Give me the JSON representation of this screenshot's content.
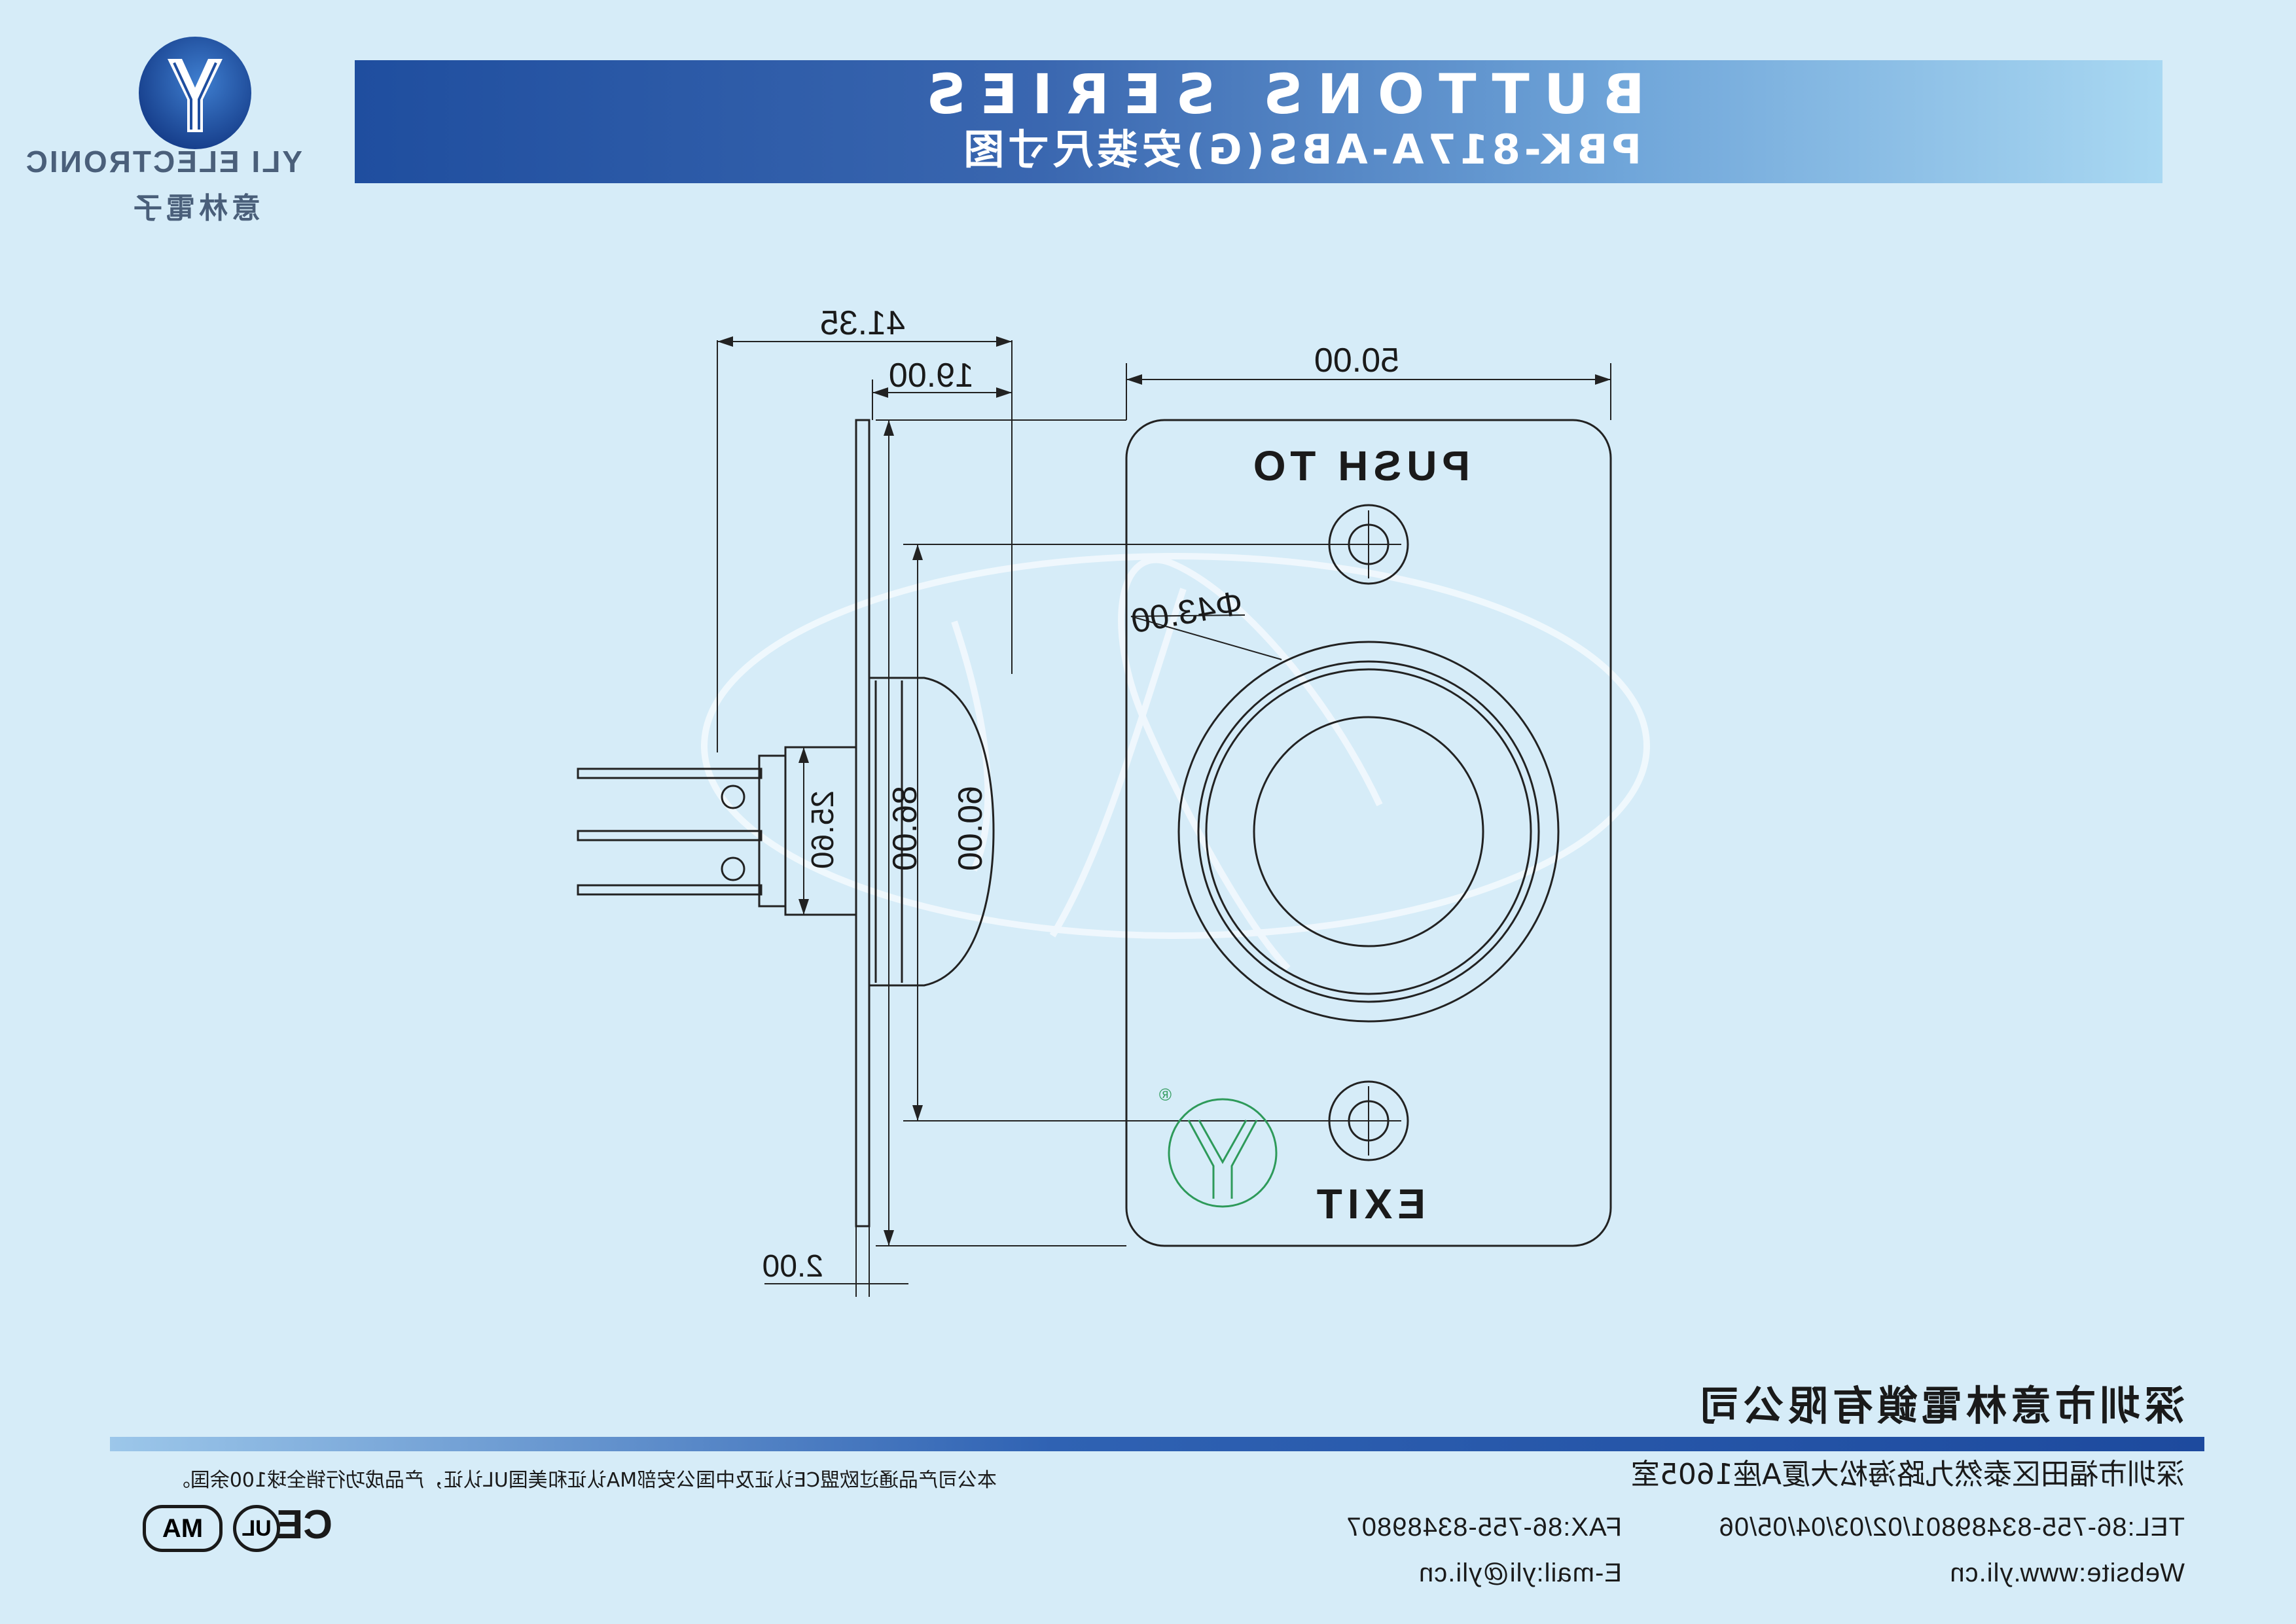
{
  "header": {
    "series_title": "BUTTONS SERIES",
    "drawing_title": "PBK-817A-ABS(G)安装尺寸图"
  },
  "logo": {
    "brand_en": "YLI ELECTRONIC",
    "brand_cn": "意林電子"
  },
  "drawing": {
    "side_view": {
      "overall_depth": "41.35",
      "button_depth": "19.00",
      "terminal_height": "25.60",
      "plate_thickness": "2.00"
    },
    "front_view": {
      "plate_width": "50.00",
      "plate_height": "86.00",
      "hole_spacing": "60.00",
      "button_diameter": "Φ43.00",
      "top_label": "PUSH TO",
      "bottom_label": "EXIT"
    },
    "watermark_mark": "®"
  },
  "footer": {
    "company": "深圳市意林電鎖有限公司",
    "address": "深圳市福田区泰然九路海松大厦A座1605室",
    "tel": "TEL:86-755-83489801/02/03/04/05/06",
    "fax": "FAX:86-755-83489807",
    "website": "Website:www.yli.cn",
    "email": "E-mail:yli@yli.cn",
    "cert_note": "本公司产品通过欧盟CE认证及中国公安部MA认证和美国UL认证，产品成功行销全球100余国。",
    "cert_icons": [
      "CE",
      "UL",
      "MA"
    ]
  },
  "colors": {
    "background": "#d6ecf8",
    "banner_dark": "#1f4e9f",
    "banner_light": "#a9d8f2",
    "line": "#222222",
    "logo_green": "#2e9a5a"
  }
}
